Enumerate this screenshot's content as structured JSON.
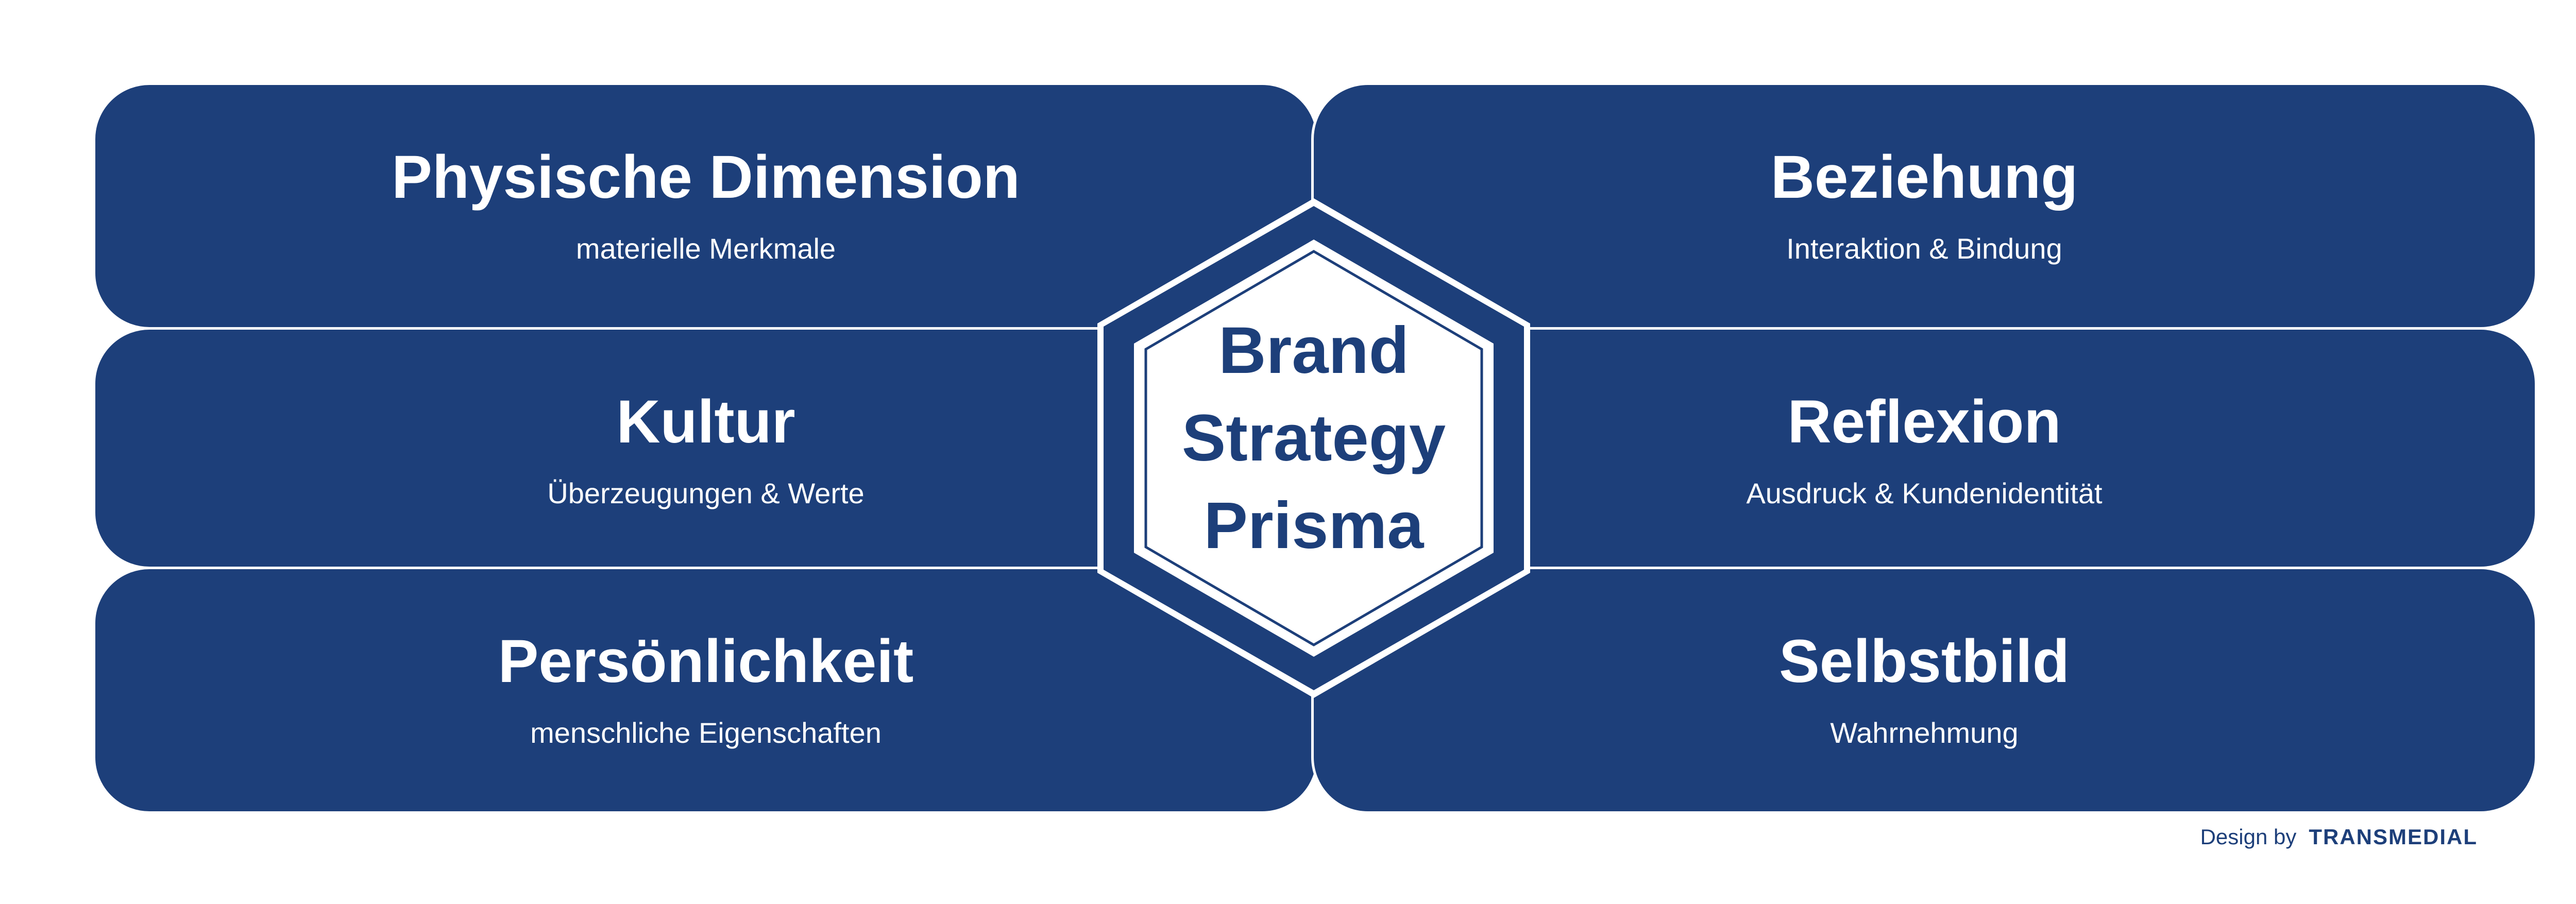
{
  "left_boxes": [
    {
      "title": "Physische Dimension",
      "subtitle": "materielle Merkmale"
    },
    {
      "title": "Kultur",
      "subtitle": "Überzeugungen & Werte"
    },
    {
      "title": "Persönlichkeit",
      "subtitle": "menschliche Eigenschaften"
    }
  ],
  "right_boxes": [
    {
      "title": "Beziehung",
      "subtitle": "Interaktion & Bindung"
    },
    {
      "title": "Reflexion",
      "subtitle": "Ausdruck & Kundenidentität"
    },
    {
      "title": "Selbstbild",
      "subtitle": "Wahrnehmung"
    }
  ],
  "center": {
    "lines": [
      "Brand",
      "Strategy",
      "Prisma"
    ]
  },
  "credit": {
    "prefix": "Design by",
    "brand": "TRANSMEDIAL"
  },
  "colors": {
    "primary": "#1d3f7a",
    "background": "#ffffff"
  }
}
